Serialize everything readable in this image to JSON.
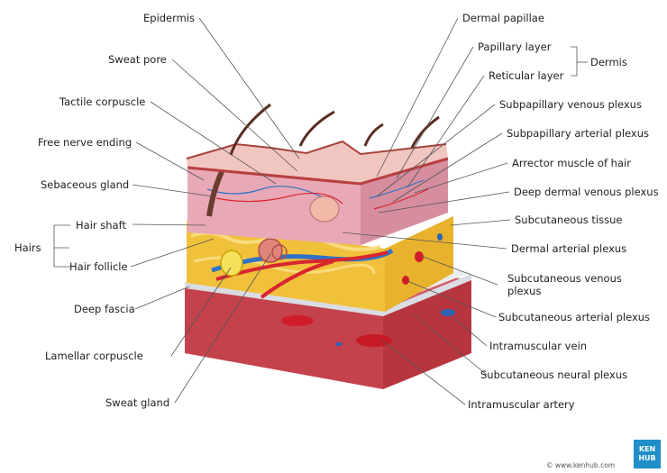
{
  "labels_left": {
    "epidermis": "Epidermis",
    "sweat_pore": "Sweat pore",
    "tactile_corpuscle": "Tactile corpuscle",
    "free_nerve_ending": "Free nerve ending",
    "sebaceous_gland": "Sebaceous gland",
    "hairs": "Hairs",
    "hair_shaft": "Hair shaft",
    "hair_follicle": "Hair follicle",
    "deep_fascia": "Deep fascia",
    "lamellar_corpuscle": "Lamellar corpuscle",
    "sweat_gland": "Sweat gland"
  },
  "labels_right": {
    "dermal_papillae": "Dermal papillae",
    "papillary_layer": "Papillary layer",
    "dermis": "Dermis",
    "reticular_layer": "Reticular layer",
    "subpapillary_venous_plexus": "Subpapillary venous plexus",
    "subpapillary_arterial_plexus": "Subpapillary arterial plexus",
    "arrector_muscle": "Arrector muscle of hair",
    "deep_dermal_venous_plexus": "Deep dermal venous plexus",
    "subcutaneous_tissue": "Subcutaneous tissue",
    "dermal_arterial_plexus": "Dermal arterial plexus",
    "subcutaneous_venous_plexus_1": "Subcutaneous venous",
    "subcutaneous_venous_plexus_2": "plexus",
    "subcutaneous_arterial_plexus": "Subcutaneous arterial plexus",
    "intramuscular_vein": "Intramuscular vein",
    "subcutaneous_neural_plexus": "Subcutaneous neural plexus",
    "intramuscular_artery": "Intramuscular artery"
  },
  "branding": {
    "credit": "© www.kenhub.com",
    "logo_line1": "KEN",
    "logo_line2": "HUB"
  },
  "colors": {
    "epidermis": "#e8b7b0",
    "dermis": "#e7a8b4",
    "fat": "#f2c23a",
    "muscle": "#c2404a",
    "fascia": "#d9dde2",
    "artery": "#d8262e",
    "vein": "#2f6fc0",
    "nerve": "#f4e36b",
    "leader": "#555555"
  }
}
